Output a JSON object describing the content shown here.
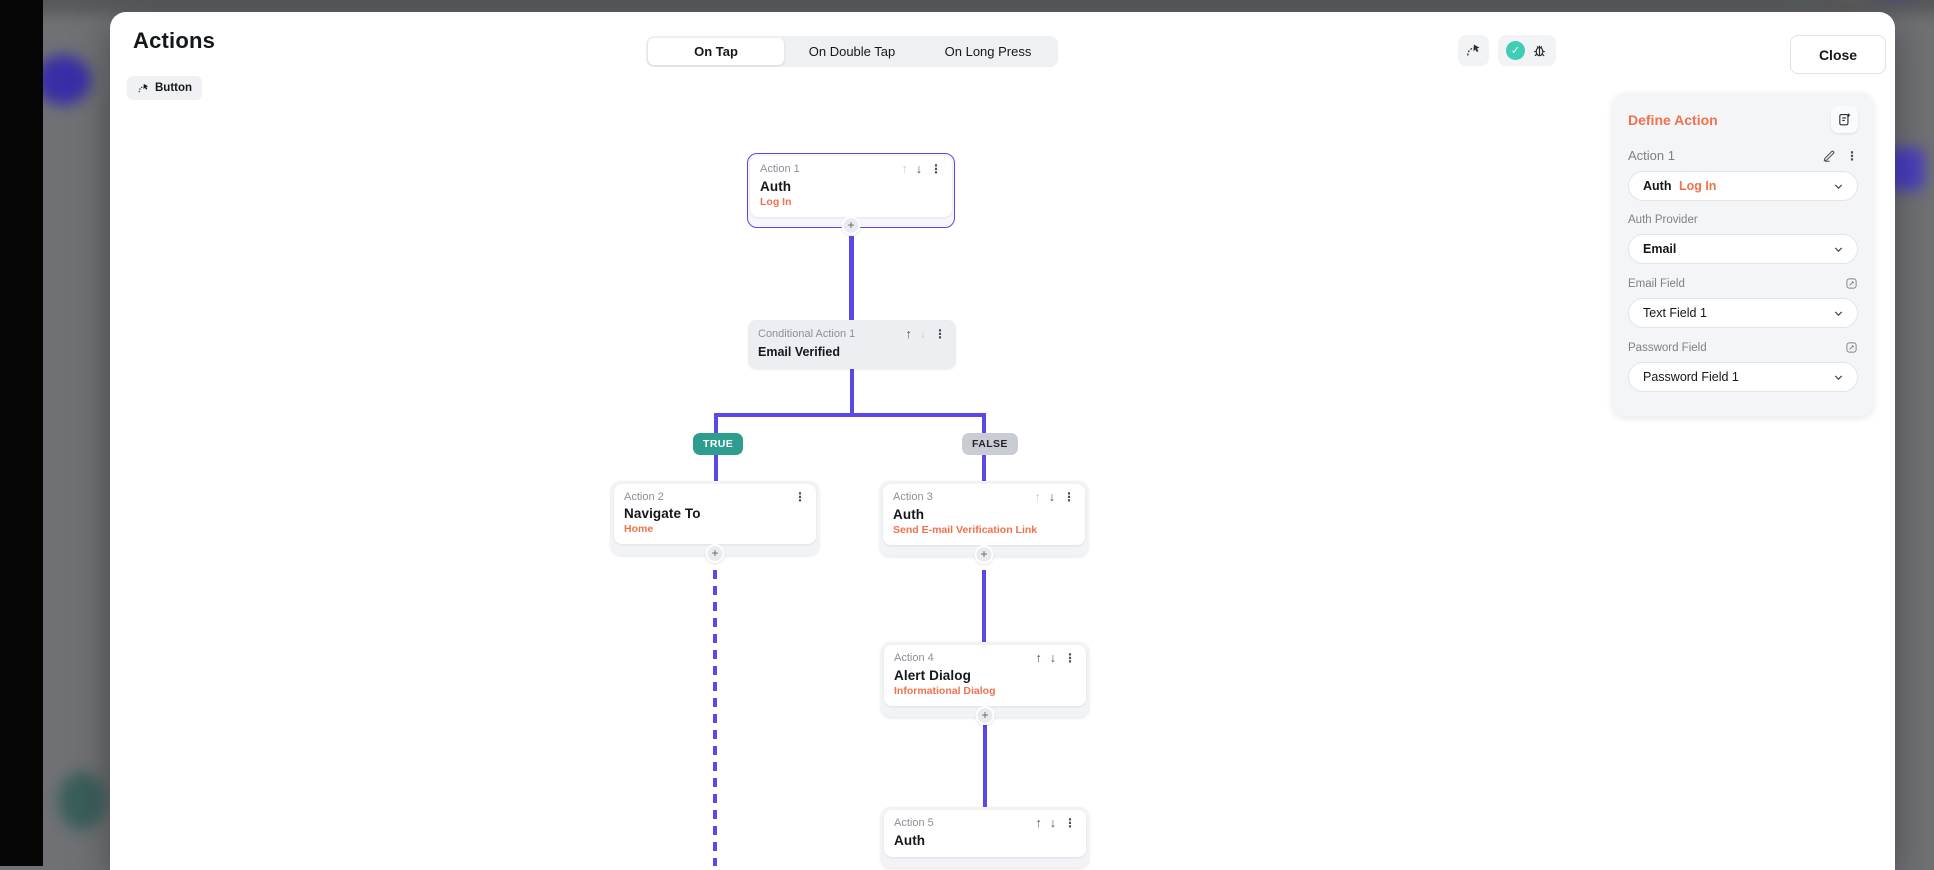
{
  "modal": {
    "title": "Actions",
    "widget_chip_label": "Button",
    "tabs": [
      {
        "label": "On Tap",
        "active": true
      },
      {
        "label": "On Double Tap",
        "active": false
      },
      {
        "label": "On Long Press",
        "active": false
      }
    ],
    "close_label": "Close"
  },
  "flow": {
    "true_label": "TRUE",
    "false_label": "FALSE",
    "nodes": [
      {
        "label": "Action 1",
        "title": "Auth",
        "subtitle": "Log In",
        "selected": true
      },
      {
        "label": "Conditional Action 1",
        "title": "Email Verified",
        "type": "conditional"
      },
      {
        "label": "Action 2",
        "title": "Navigate To",
        "subtitle": "Home",
        "branch": "true"
      },
      {
        "label": "Action 3",
        "title": "Auth",
        "subtitle": "Send E-mail Verification Link",
        "branch": "false"
      },
      {
        "label": "Action 4",
        "title": "Alert Dialog",
        "subtitle": "Informational Dialog",
        "branch": "false"
      },
      {
        "label": "Action 5",
        "title": "Auth",
        "branch": "false"
      }
    ]
  },
  "panel": {
    "title": "Define Action",
    "action_label": "Action 1",
    "action_type": {
      "primary": "Auth",
      "secondary": "Log In"
    },
    "fields": [
      {
        "label": "Auth Provider",
        "value": "Email",
        "editable": false
      },
      {
        "label": "Email Field",
        "value": "Text Field 1",
        "editable": true
      },
      {
        "label": "Password Field",
        "value": "Password Field 1",
        "editable": true
      }
    ]
  },
  "icons": {
    "up": "↑",
    "down": "↓",
    "kebab": "⋮",
    "plus": "+",
    "check": "✓"
  },
  "colors": {
    "accent_purple": "#5B48E8",
    "accent_orange": "#F0714D",
    "true_badge": "#2E9D8F",
    "false_badge": "#C9CCD3",
    "check_teal": "#3FCDB4"
  }
}
